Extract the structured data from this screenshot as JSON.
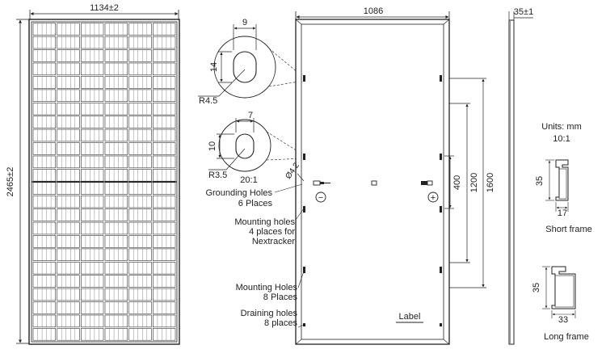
{
  "front_view": {
    "width_label": "1134±2",
    "height_label": "2465±2"
  },
  "back_view": {
    "width_label": "1086",
    "dim_400": "400",
    "dim_1200": "1200",
    "dim_1600": "1600",
    "minus_symbol": "−",
    "plus_symbol": "+",
    "label_text": "Label",
    "hole_dia": "Ø4.2"
  },
  "details": {
    "detail1": {
      "w": "9",
      "h": "14",
      "r": "R4.5"
    },
    "detail2": {
      "w": "7",
      "h": "10",
      "r": "R3.5"
    },
    "scale": "20:1"
  },
  "callouts": {
    "grounding": [
      "Grounding Holes",
      "6 Places"
    ],
    "mounting_nx": [
      "Mounting holes",
      "4 places for",
      "Nextracker"
    ],
    "mounting": [
      "Mounting Holes",
      "8 Places"
    ],
    "draining": [
      "Draining holes",
      "8 places"
    ]
  },
  "side_view": {
    "thickness": "35±1"
  },
  "frames": {
    "units": "Units: mm",
    "scale": "10:1",
    "short": {
      "h": "35",
      "w": "17",
      "name": "Short frame"
    },
    "long": {
      "h": "35",
      "w": "33",
      "name": "Long frame"
    }
  }
}
